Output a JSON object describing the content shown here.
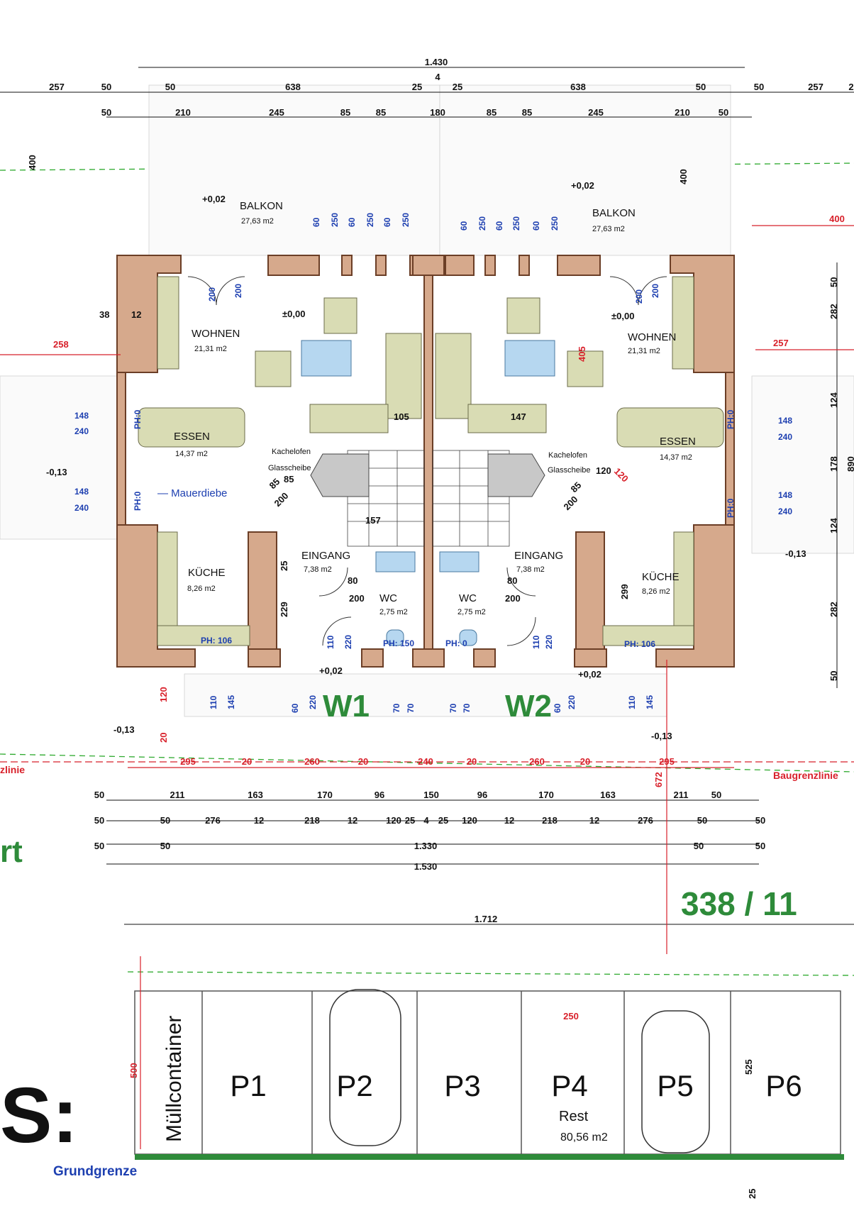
{
  "colors": {
    "wall": "#d6a98c",
    "wall_stroke": "#6b3e26",
    "furniture": "#d9dcb4",
    "bath": "#b6d7f0",
    "dim_black": "#111111",
    "dim_red": "#d8202a",
    "dim_blue": "#1d3fb0",
    "green": "#2e8b3a",
    "guide_green": "#2faa2f"
  },
  "top_dims": {
    "total": "1.430",
    "center": "4",
    "row1": [
      "257",
      "50",
      "50",
      "638",
      "25",
      "25",
      "638",
      "50",
      "50",
      "257",
      "2"
    ],
    "row2": [
      "50",
      "210",
      "245",
      "85",
      "85",
      "180",
      "85",
      "85",
      "245",
      "210",
      "50"
    ],
    "side_left": "400",
    "side_right": "400",
    "right_red": "400"
  },
  "units": {
    "left": {
      "balkon": {
        "label": "BALKON",
        "area": "27,63 m2",
        "level": "+0,02"
      },
      "wohnen": {
        "label": "WOHNEN",
        "area": "21,31 m2",
        "level": "±0,00"
      },
      "essen": {
        "label": "ESSEN",
        "area": "14,37 m2"
      },
      "kueche": {
        "label": "KÜCHE",
        "area": "8,26 m2"
      },
      "eingang": {
        "label": "EINGANG",
        "area": "7,38 m2"
      },
      "wc": {
        "label": "WC",
        "area": "2,75 m2"
      },
      "ofen": [
        "Kachelofen",
        "Glasscheibe"
      ],
      "name": "W1"
    },
    "right": {
      "balkon": {
        "label": "BALKON",
        "area": "27,63 m2",
        "level": "+0,02"
      },
      "wohnen": {
        "label": "WOHNEN",
        "area": "21,31 m2",
        "level": "±0,00"
      },
      "essen": {
        "label": "ESSEN",
        "area": "14,37 m2"
      },
      "kueche": {
        "label": "KÜCHE",
        "area": "8,26 m2"
      },
      "eingang": {
        "label": "EINGANG",
        "area": "7,38 m2"
      },
      "wc": {
        "label": "WC",
        "area": "2,75 m2"
      },
      "ofen": [
        "Kachelofen",
        "Glasscheibe"
      ],
      "name": "W2"
    }
  },
  "blue_dims": {
    "window_left": [
      "60",
      "250",
      "60",
      "250",
      "60",
      "250"
    ],
    "window_right": [
      "60",
      "250",
      "60",
      "250",
      "60",
      "250"
    ],
    "door_pairs": [
      "200",
      "200",
      "200",
      "200"
    ],
    "side": [
      "148",
      "240",
      "148",
      "240"
    ],
    "ph": [
      "PH: 106",
      "PH: 106",
      "PH:0",
      "PH:0",
      "PH: 150",
      "PH: 0",
      "PH:0",
      "PH:0"
    ],
    "entry": [
      "110",
      "145",
      "110",
      "145",
      "60",
      "220",
      "60",
      "220",
      "70",
      "70",
      "70",
      "70"
    ],
    "doors": [
      "85",
      "200",
      "85",
      "200",
      "80",
      "200",
      "80",
      "200",
      "110",
      "220",
      "110",
      "220"
    ]
  },
  "red_dims": [
    "258",
    "257",
    "405",
    "120",
    "20",
    "120",
    "672"
  ],
  "inner_dims": [
    "38",
    "12",
    "85",
    "105",
    "147",
    "157",
    "25",
    "229",
    "299",
    "120"
  ],
  "levels": [
    "-0,13",
    "-0,13",
    "-0,13",
    "-0,13",
    "+0,02",
    "+0,02"
  ],
  "right_dims": [
    "50",
    "282",
    "124",
    "178",
    "124",
    "282",
    "50",
    "890"
  ],
  "bottom_red": [
    "295",
    "20",
    "260",
    "20",
    "240",
    "20",
    "260",
    "20",
    "295"
  ],
  "bottom_rows": {
    "r1": [
      "50",
      "211",
      "163",
      "170",
      "96",
      "150",
      "96",
      "170",
      "163",
      "211",
      "50"
    ],
    "r2": [
      "50",
      "50",
      "276",
      "12",
      "218",
      "12",
      "120",
      "25",
      "4",
      "25",
      "120",
      "12",
      "218",
      "12",
      "276",
      "50",
      "50"
    ],
    "r3": [
      "50",
      "50",
      "1.330",
      "50",
      "50"
    ],
    "r4": [
      "1.530"
    ],
    "r5": [
      "1.712"
    ]
  },
  "annotation_hand": "— Mauerdiebe",
  "labels": {
    "baugrenze_left": "zlinie",
    "baugrenze_right": "Baugrenzlinie",
    "rt": "rt",
    "parcel": "338 / 11",
    "grundgrenze": "Grundgrenze",
    "s": "S:"
  },
  "parking": {
    "container": "Müllcontainer",
    "spaces": [
      "P1",
      "P2",
      "P3",
      "P4",
      "P5",
      "P6"
    ],
    "rest_label": "Rest",
    "rest_area": "80,56 m2",
    "dim_width": "250",
    "dim_left": "500",
    "dim_right": "525",
    "dim_bottom": "25"
  }
}
